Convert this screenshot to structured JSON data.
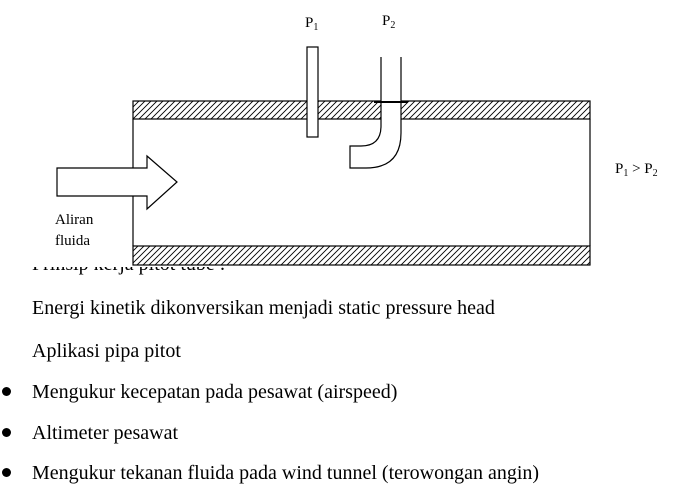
{
  "diagram": {
    "p1_label": "P",
    "p1_sub": "1",
    "p2_label": "P",
    "p2_sub": "2",
    "relation_p1": "P",
    "relation_p1_sub": "1",
    "relation_op": " > P",
    "relation_p2_sub": "2",
    "flow_line1": "Aliran",
    "flow_line2": "fluida"
  },
  "text": {
    "heading_partial": "Prinsip kerja pitot tube :",
    "line1": "Energi kinetik dikonversikan menjadi static pressure head",
    "line2": "Aplikasi pipa pitot",
    "bullets": [
      "Mengukur kecepatan pada pesawat (airspeed)",
      "Altimeter pesawat",
      "Mengukur tekanan fluida pada wind tunnel (terowongan angin)"
    ]
  }
}
